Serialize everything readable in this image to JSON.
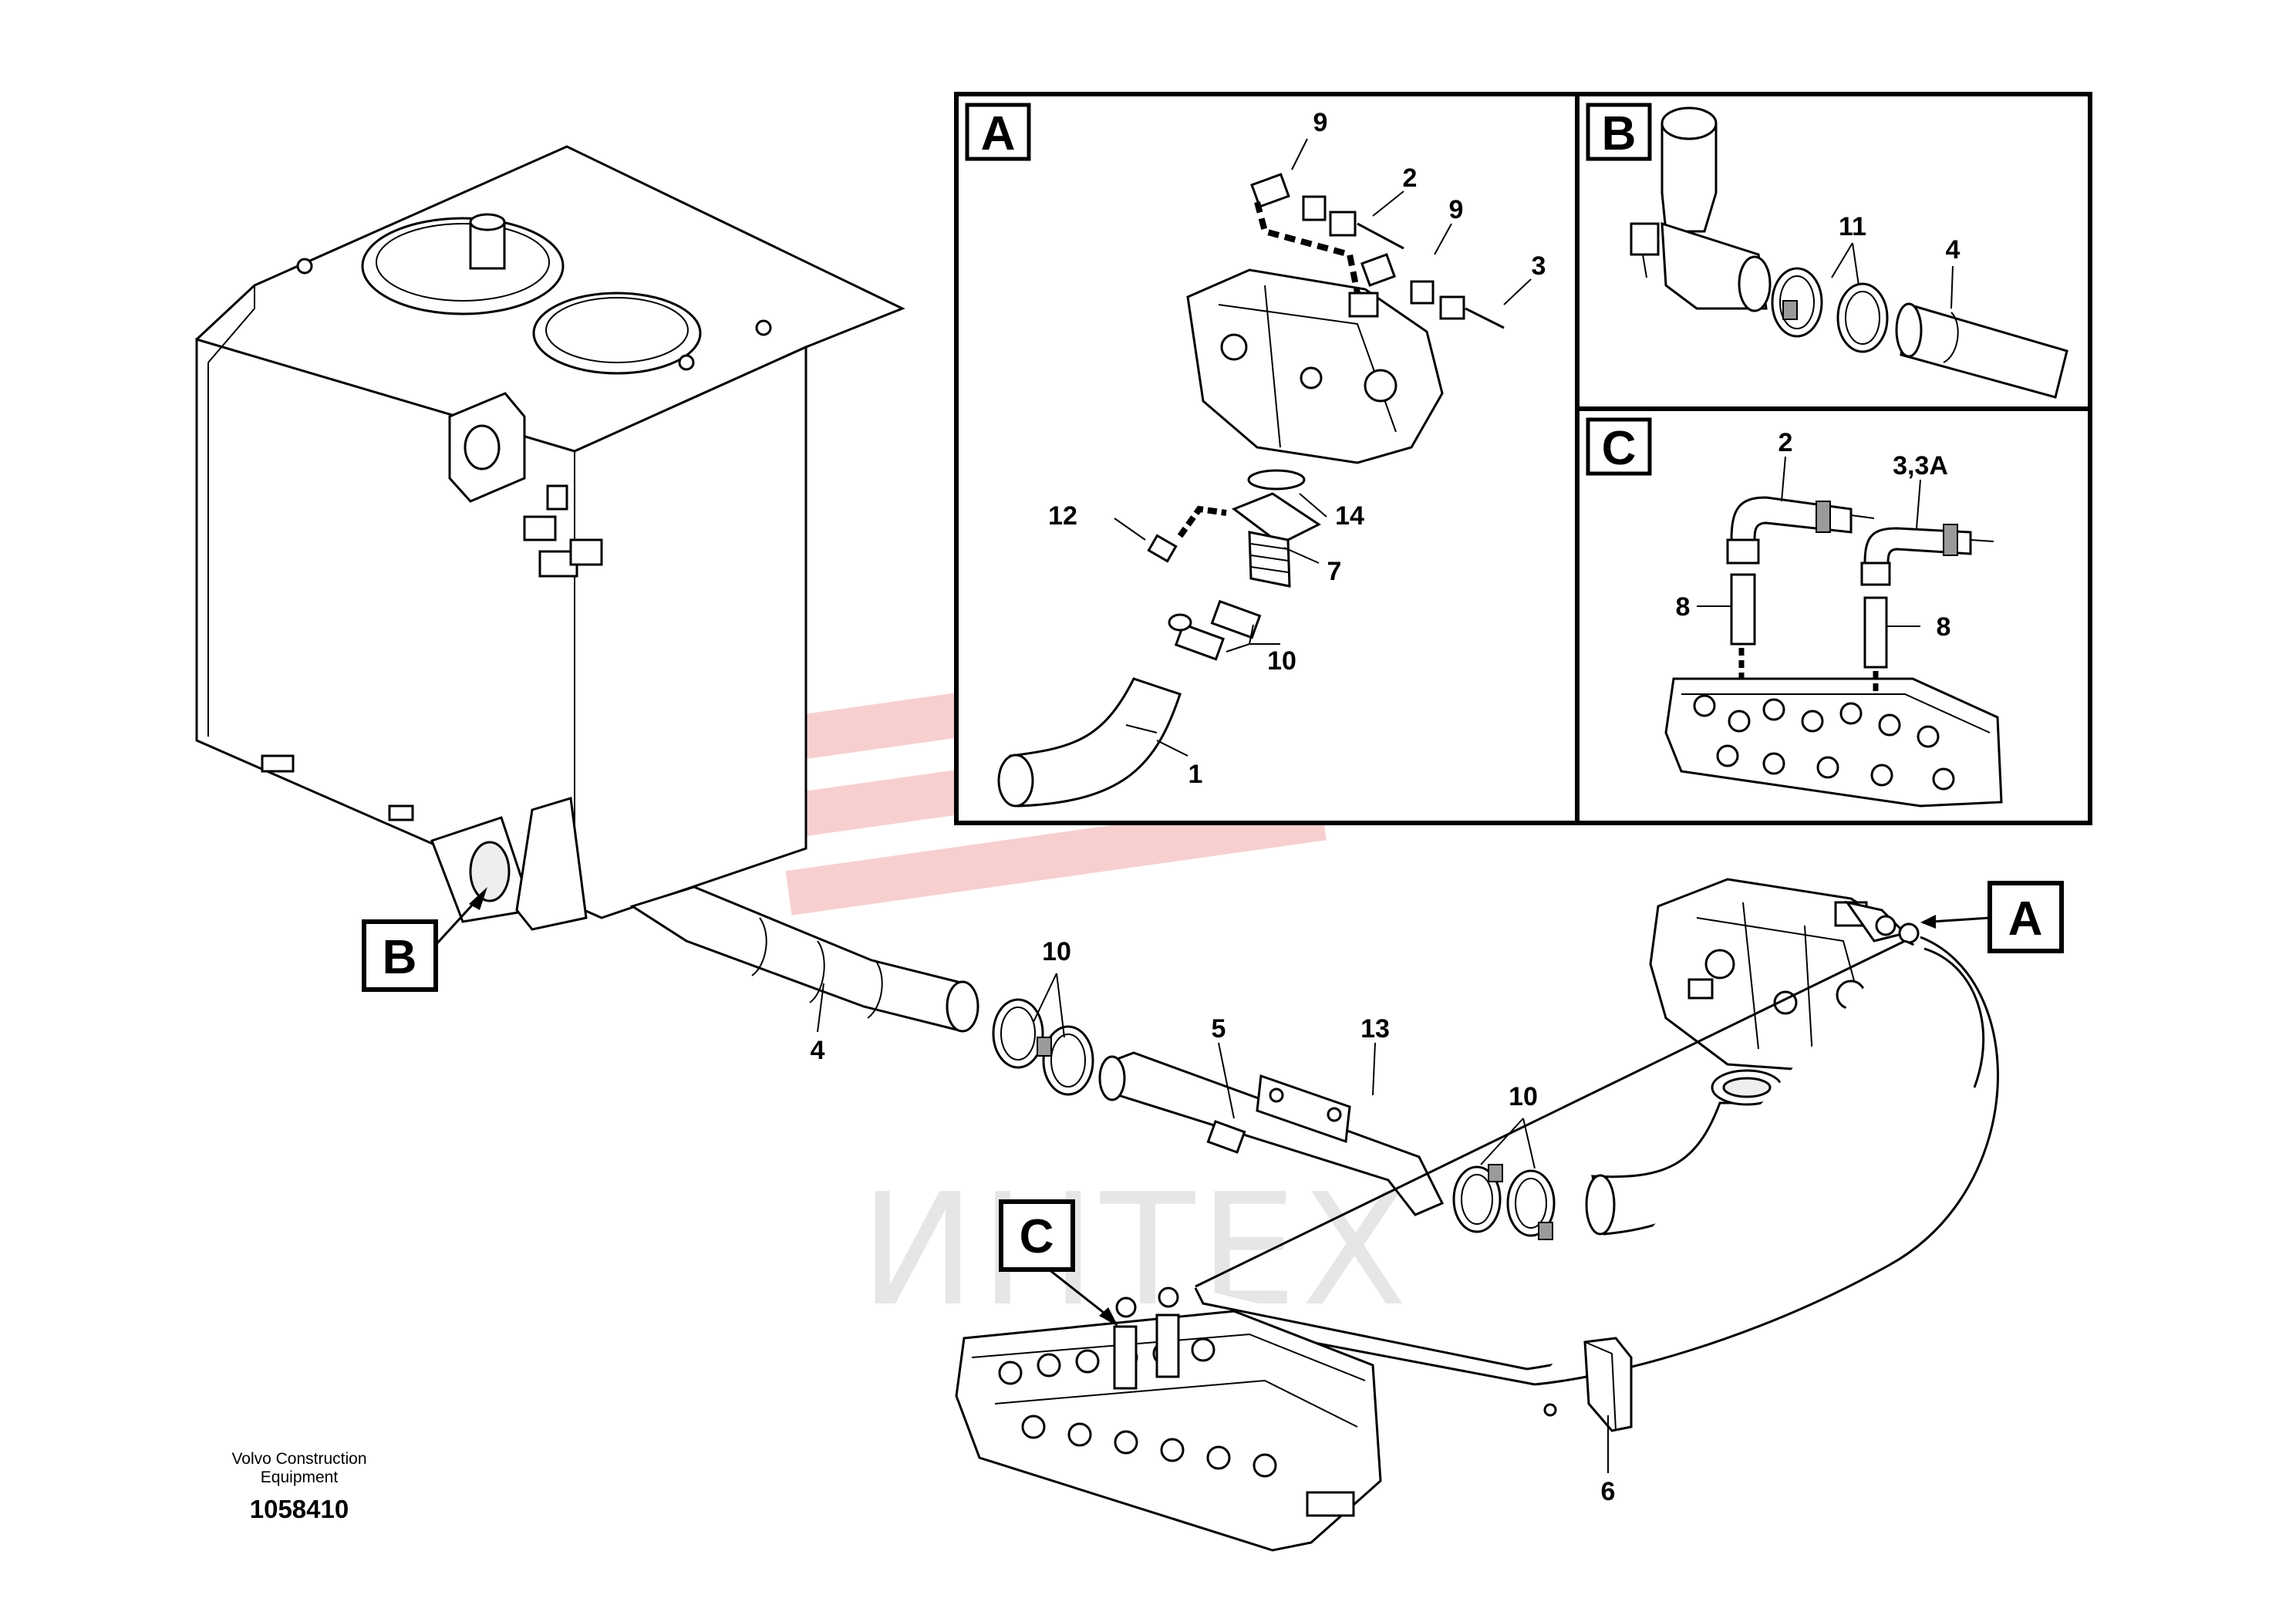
{
  "watermark": {
    "text": "ИНТЕХ",
    "color": "#f2b8b8"
  },
  "credit": {
    "line1": "Volvo Construction",
    "line2": "Equipment",
    "part_number": "1058410"
  },
  "detail_boxes": {
    "a": "A",
    "b": "B",
    "c": "C"
  },
  "reference_boxes": {
    "a": "A",
    "b": "B",
    "c": "C"
  },
  "callouts": {
    "main": [
      "4",
      "10",
      "5",
      "13",
      "10",
      "6"
    ],
    "detail_a": [
      "9",
      "2",
      "9",
      "3",
      "14",
      "12",
      "7",
      "10",
      "1"
    ],
    "detail_b": [
      "11",
      "4"
    ],
    "detail_c": [
      "2",
      "3,3A",
      "8",
      "8"
    ]
  }
}
